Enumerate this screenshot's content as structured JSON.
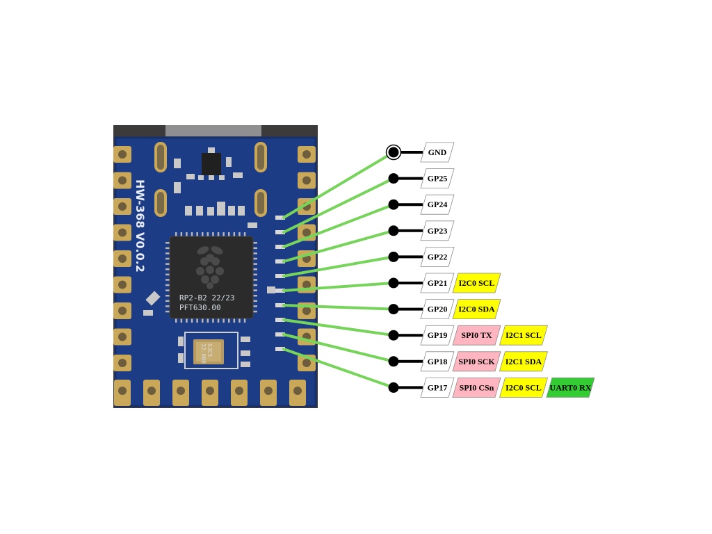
{
  "board": {
    "model_text": "HW-368 V0.0.2",
    "chip_text_line1": "RP2-B2   22/23",
    "chip_text_line2": "PFT630.00",
    "crystal_text_line1": "12.000",
    "crystal_text_line2": "SJC5",
    "colors": {
      "pcb": "#1d3c86",
      "pcb_edge": "#3c3a3a",
      "gold": "#c9a85a",
      "chip": "#2b2b2b"
    }
  },
  "colors": {
    "leader": "#77d45a",
    "pin_dot": "#000000",
    "gpio_fill": "#ffffff",
    "i2c_fill": "#ffff00",
    "spi_fill": "#ffb6c1",
    "uart_fill": "#33cc33",
    "label_border": "#888888"
  },
  "pins": [
    {
      "name": "GND",
      "gnd": true,
      "functions": []
    },
    {
      "name": "GP25",
      "functions": []
    },
    {
      "name": "GP24",
      "functions": []
    },
    {
      "name": "GP23",
      "functions": []
    },
    {
      "name": "GP22",
      "functions": []
    },
    {
      "name": "GP21",
      "functions": [
        {
          "label": "I2C0 SCL",
          "type": "i2c"
        }
      ]
    },
    {
      "name": "GP20",
      "functions": [
        {
          "label": "I2C0 SDA",
          "type": "i2c"
        }
      ]
    },
    {
      "name": "GP19",
      "functions": [
        {
          "label": "SPI0 TX",
          "type": "spi"
        },
        {
          "label": "I2C1 SCL",
          "type": "i2c"
        }
      ]
    },
    {
      "name": "GP18",
      "functions": [
        {
          "label": "SPI0 SCK",
          "type": "spi"
        },
        {
          "label": "I2C1 SDA",
          "type": "i2c"
        }
      ]
    },
    {
      "name": "GP17",
      "functions": [
        {
          "label": "SPI0 CSn",
          "type": "spi"
        },
        {
          "label": "I2C0 SCL",
          "type": "i2c"
        },
        {
          "label": "UART0 RX",
          "type": "uart"
        }
      ]
    }
  ]
}
